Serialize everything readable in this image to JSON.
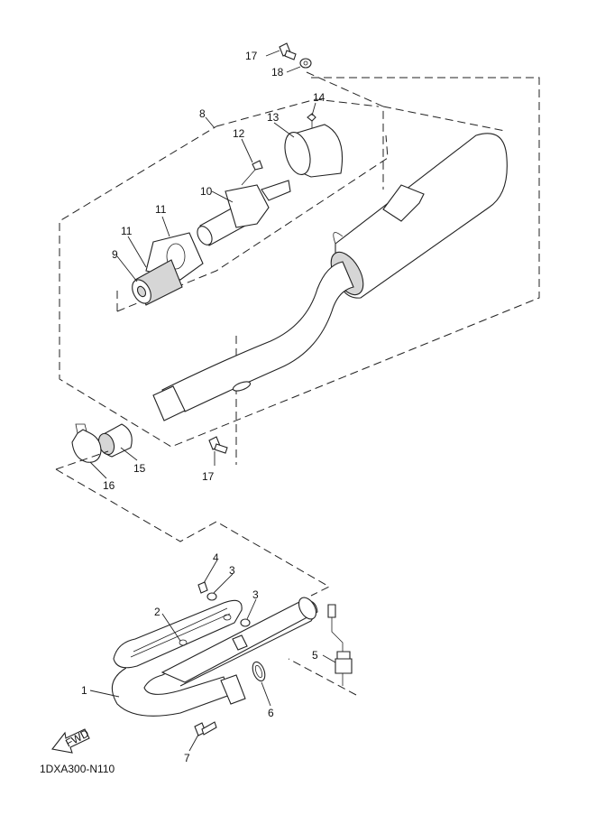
{
  "callouts": [
    {
      "id": "c17a",
      "label": "17"
    },
    {
      "id": "c18",
      "label": "18"
    },
    {
      "id": "c14",
      "label": "14"
    },
    {
      "id": "c13",
      "label": "13"
    },
    {
      "id": "c8",
      "label": "8"
    },
    {
      "id": "c12",
      "label": "12"
    },
    {
      "id": "c10",
      "label": "10"
    },
    {
      "id": "c11a",
      "label": "11"
    },
    {
      "id": "c11b",
      "label": "11"
    },
    {
      "id": "c9",
      "label": "9"
    },
    {
      "id": "c15",
      "label": "15"
    },
    {
      "id": "c16",
      "label": "16"
    },
    {
      "id": "c17b",
      "label": "17"
    },
    {
      "id": "c4",
      "label": "4"
    },
    {
      "id": "c3a",
      "label": "3"
    },
    {
      "id": "c3b",
      "label": "3"
    },
    {
      "id": "c2",
      "label": "2"
    },
    {
      "id": "c5",
      "label": "5"
    },
    {
      "id": "c1",
      "label": "1"
    },
    {
      "id": "c6",
      "label": "6"
    },
    {
      "id": "c7",
      "label": "7"
    }
  ],
  "fwd_label": "FWD",
  "diagram_code": "1DXA300-N110"
}
